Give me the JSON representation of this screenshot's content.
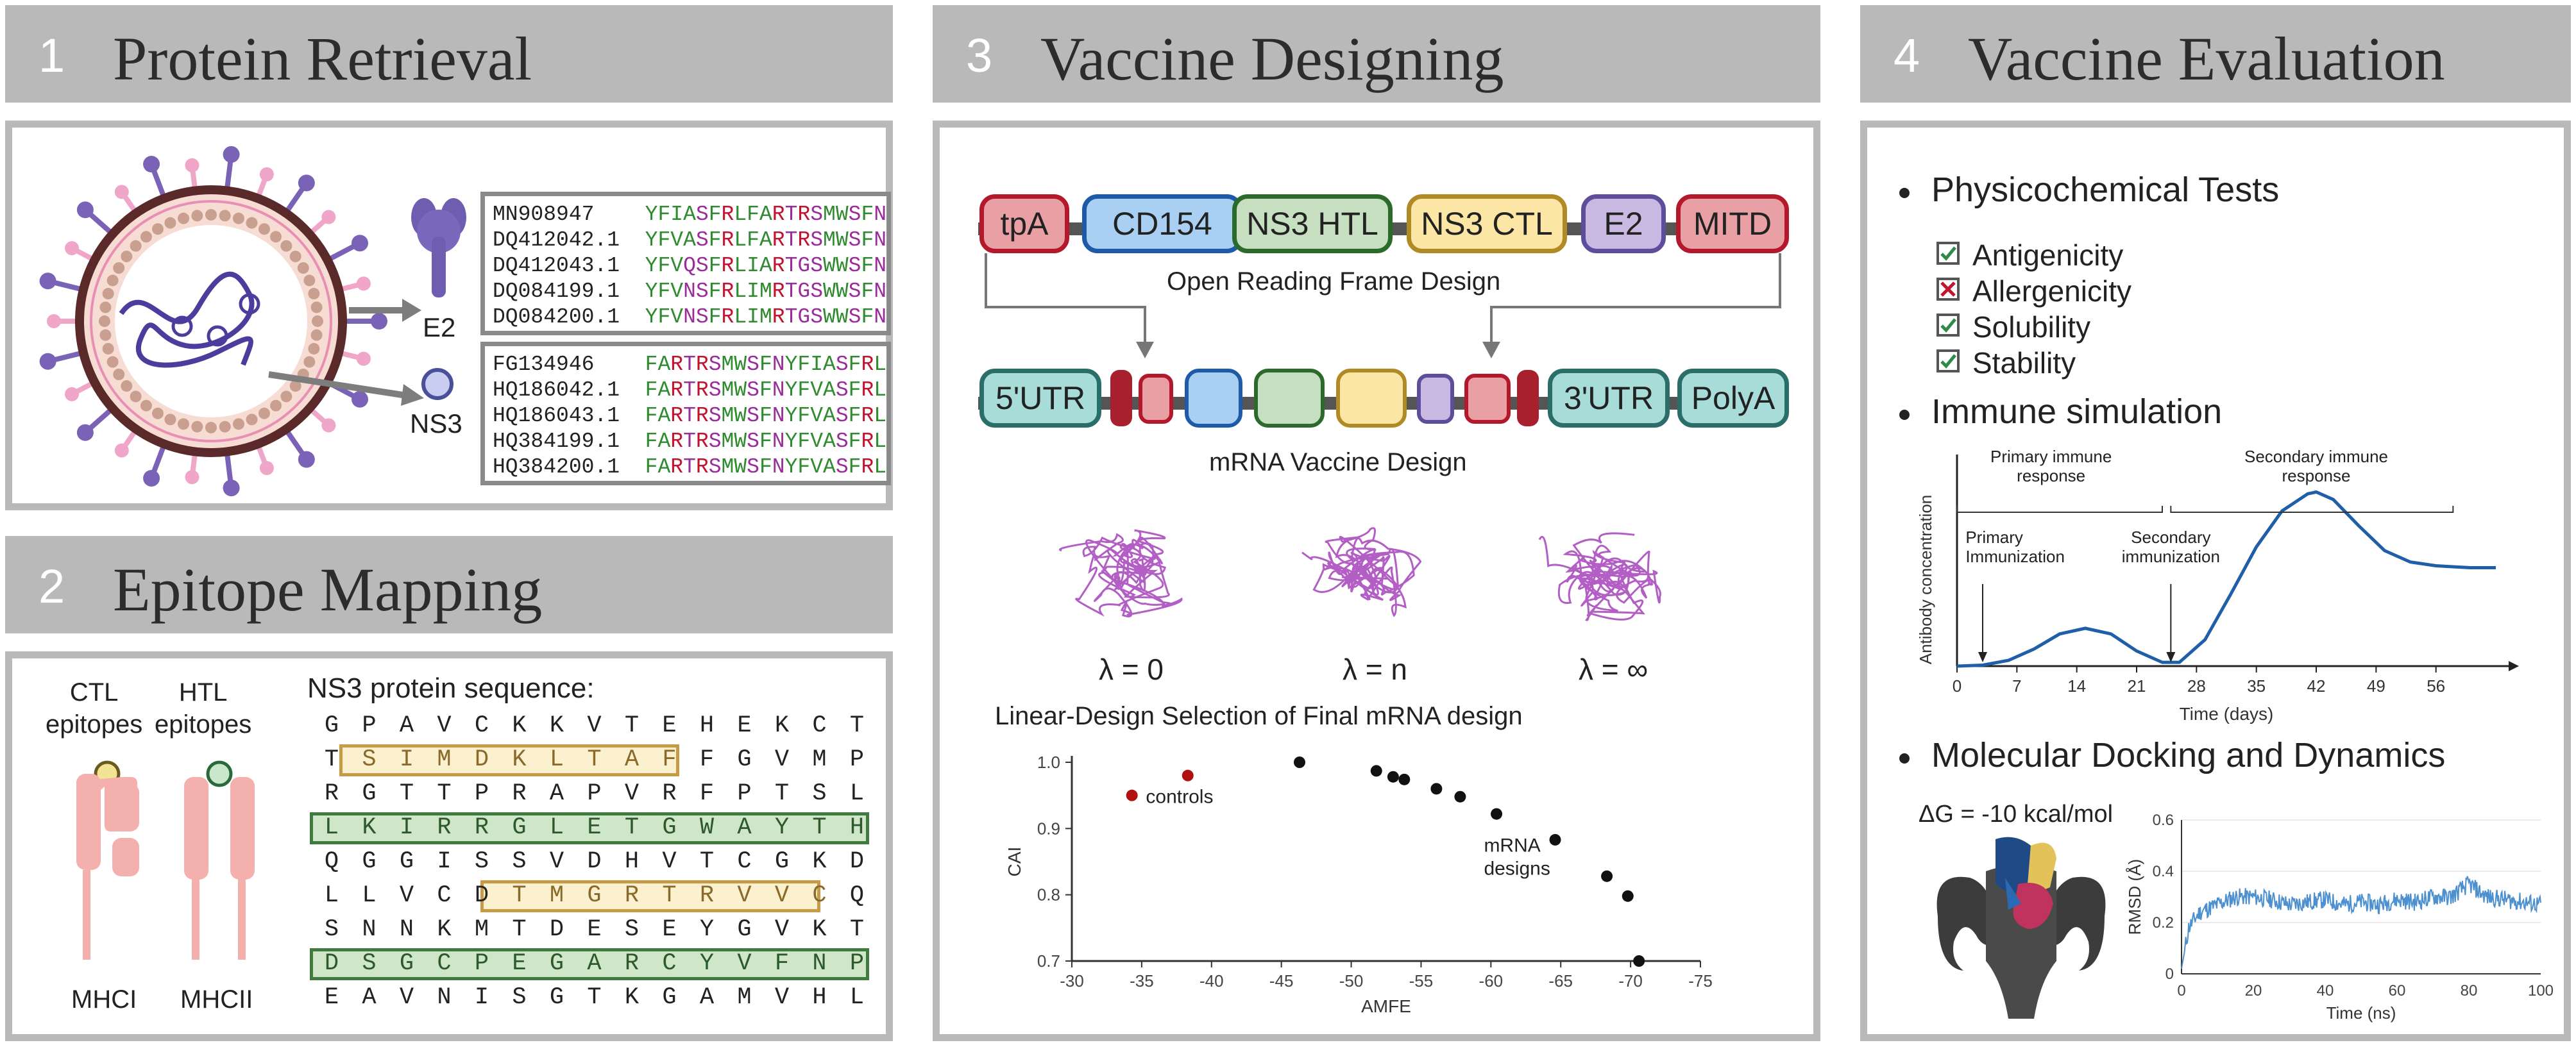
{
  "headers": [
    {
      "num": "1",
      "title": "Protein Retrieval"
    },
    {
      "num": "3",
      "title": "Vaccine Designing"
    },
    {
      "num": "4",
      "title": "Vaccine Evaluation"
    },
    {
      "num": "2",
      "title": "Epitope Mapping"
    }
  ],
  "retrieval": {
    "e2_label": "E2",
    "ns3_label": "NS3",
    "e2_sequences": [
      {
        "id": "MN908947  ",
        "seq": "YFIASFRLFARTRSMWSFN"
      },
      {
        "id": "DQ412042.1",
        "seq": "YFVASFRLFARTRSMWSFN"
      },
      {
        "id": "DQ412043.1",
        "seq": "YFVQSFRLIARTGSWWSFN"
      },
      {
        "id": "DQ084199.1",
        "seq": "YFVNSFRLIMRTGSWWSFN"
      },
      {
        "id": "DQ084200.1",
        "seq": "YFVNSFRLIMRTGSWWSFN"
      }
    ],
    "ns3_sequences": [
      {
        "id": "FG134946  ",
        "seq": "FARTRSMWSFNYFIASFRL"
      },
      {
        "id": "HQ186042.1",
        "seq": "FARTRSMWSFNYFVASFRL"
      },
      {
        "id": "HQ186043.1",
        "seq": "FARTRSMWSFNYFVASFRL"
      },
      {
        "id": "HQ384199.1",
        "seq": "FARTRSMWSFNYFVASFRL"
      },
      {
        "id": "HQ384200.1",
        "seq": "FARTRSMWSFNYFVASFRL"
      }
    ]
  },
  "epitope": {
    "ctl_label": "CTL\nepitopes",
    "htl_label": "HTL\nepitopes",
    "mhc1_label": "MHCI",
    "mhc2_label": "MHCII",
    "seq_title": "NS3 protein sequence:",
    "rows": [
      "GPAVCKKVTEHEKCT",
      "TSIMDKLTAFFGVMP",
      "RGTTPRAPVRFPTSL",
      "LKIRRGLETGWAYTH",
      "QGGISSVDHVTCGKD",
      "LLVCDTMGRTRVVCQ",
      "SNNKMTDESEYGVKT",
      "DSGCPEGARCYVFNP",
      "EAVNISGTKGAMVHL"
    ]
  },
  "design": {
    "orf_blocks": [
      "tpA",
      "CD154",
      "NS3 HTL",
      "NS3 CTL",
      "E2",
      "MITD"
    ],
    "orf_caption": "Open Reading Frame Design",
    "mrna_left": "5'UTR",
    "mrna_right1": "3'UTR",
    "mrna_right2": "PolyA",
    "mrna_caption": "mRNA Vaccine Design",
    "lambda_labels": [
      "λ = 0",
      "λ = n",
      "λ = ∞"
    ],
    "linear_title": "Linear-Design Selection of Final mRNA design",
    "controls_label": "controls",
    "designs_label": "mRNA\ndesigns"
  },
  "evaluation": {
    "physico_title": "Physicochemical Tests",
    "tests": [
      {
        "label": "Antigenicity",
        "pass": true
      },
      {
        "label": "Allergenicity",
        "pass": false
      },
      {
        "label": "Solubility",
        "pass": true
      },
      {
        "label": "Stability",
        "pass": true
      }
    ],
    "immune_title": "Immune simulation",
    "primary_response": "Primary immune\nresponse",
    "secondary_response": "Secondary immune\nresponse",
    "primary_immunization": "Primary\nImmunization",
    "secondary_immunization": "Secondary\nimmunization",
    "docking_title": "Molecular Docking and Dynamics",
    "delta_g": "ΔG = -10 kcal/mol"
  },
  "colors": {
    "header_bg": "#b9b9b9",
    "purple_virus": "#7a63b6",
    "pink_spike": "#f0a6c8",
    "tpA": "#e8a0a5",
    "CD154": "#a9d0f2",
    "NS3_HTL": "#c5dfc0",
    "NS3_CTL": "#fbe6a6",
    "E2": "#c8b9e3",
    "MITD": "#e8a0a5",
    "UTR": "#a7dcd8",
    "curve_blue": "#1f5ea8",
    "rmsd_blue": "#4d90d0",
    "control_red": "#b01010"
  },
  "chart_data": [
    {
      "type": "scatter",
      "title": "Linear-Design Selection of Final mRNA design",
      "xlabel": "AMFE",
      "ylabel": "CAI",
      "xlim": [
        -30,
        -75
      ],
      "ylim": [
        0.7,
        1.0
      ],
      "x_ticks": [
        "-30",
        "-35",
        "-40",
        "-45",
        "-50",
        "-55",
        "-60",
        "-65",
        "-70",
        "-75"
      ],
      "y_ticks": [
        "0.7",
        "0.8",
        "0.9",
        "1.0"
      ],
      "series": [
        {
          "name": "controls",
          "color": "#b01010",
          "points": [
            [
              -34.3,
              0.95
            ],
            [
              -38.3,
              0.98
            ]
          ]
        },
        {
          "name": "mRNA designs",
          "color": "#111111",
          "points": [
            [
              -46.3,
              1.0
            ],
            [
              -51.8,
              0.987
            ],
            [
              -53.0,
              0.978
            ],
            [
              -53.8,
              0.974
            ],
            [
              -56.1,
              0.96
            ],
            [
              -57.8,
              0.948
            ],
            [
              -60.4,
              0.922
            ],
            [
              -64.6,
              0.883
            ],
            [
              -68.3,
              0.828
            ],
            [
              -69.8,
              0.798
            ],
            [
              -70.6,
              0.7
            ]
          ]
        }
      ]
    },
    {
      "type": "line",
      "xlabel": "Time (days)",
      "ylabel": "Antibody concentration",
      "xlim": [
        0,
        63
      ],
      "x_ticks": [
        0,
        7,
        14,
        21,
        28,
        35,
        42,
        49,
        56
      ],
      "series": [
        {
          "name": "Antibody",
          "color": "#1f5ea8",
          "x": [
            0,
            3,
            6,
            9,
            12,
            15,
            18,
            21,
            24,
            26,
            29,
            32,
            35,
            38,
            41,
            42,
            44,
            47,
            50,
            53,
            56,
            60,
            63
          ],
          "y": [
            0,
            0.005,
            0.03,
            0.09,
            0.17,
            0.2,
            0.17,
            0.08,
            0.02,
            0.02,
            0.14,
            0.38,
            0.63,
            0.82,
            0.91,
            0.92,
            0.88,
            0.74,
            0.61,
            0.55,
            0.53,
            0.52,
            0.52
          ]
        }
      ]
    },
    {
      "type": "line",
      "xlabel": "Time (ns)",
      "ylabel": "RMSD (Å)",
      "xlim": [
        0,
        100
      ],
      "ylim": [
        0,
        0.6
      ],
      "x_ticks": [
        0,
        20,
        40,
        60,
        80,
        100
      ],
      "y_ticks": [
        "0",
        "0.2",
        "0.4",
        "0.6"
      ],
      "series": [
        {
          "name": "RMSD",
          "color": "#4d90d0",
          "x": [
            0,
            2,
            5,
            10,
            15,
            20,
            25,
            30,
            35,
            40,
            45,
            50,
            55,
            60,
            65,
            70,
            75,
            80,
            85,
            90,
            95,
            100
          ],
          "y": [
            0.02,
            0.18,
            0.24,
            0.27,
            0.3,
            0.3,
            0.29,
            0.27,
            0.28,
            0.29,
            0.27,
            0.28,
            0.27,
            0.29,
            0.28,
            0.3,
            0.3,
            0.35,
            0.3,
            0.29,
            0.28,
            0.27
          ]
        }
      ]
    }
  ]
}
